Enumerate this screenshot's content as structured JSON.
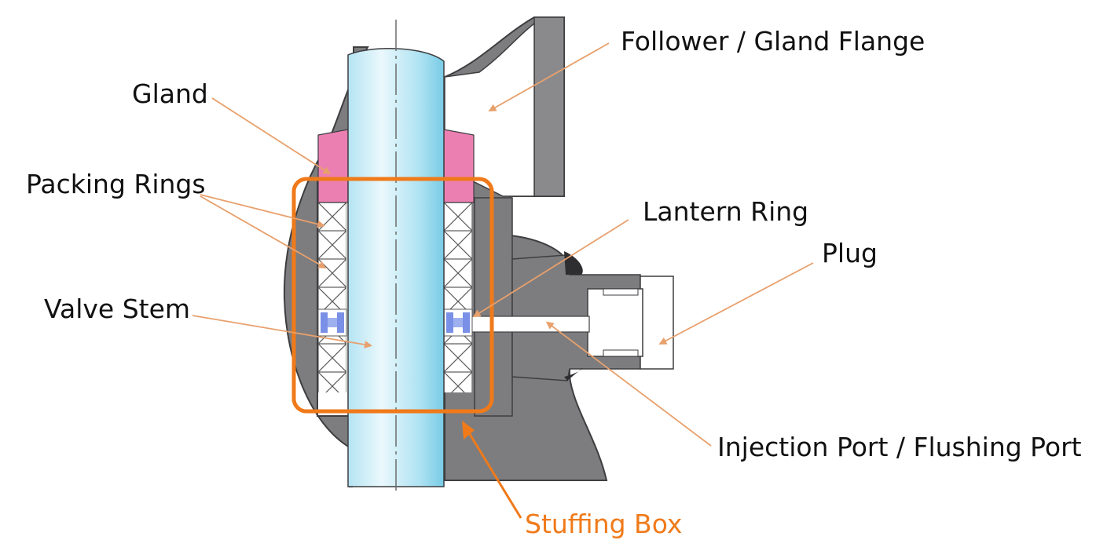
{
  "labels": {
    "gland": "Gland",
    "packing_rings": "Packing Rings",
    "valve_stem": "Valve Stem",
    "follower": "Follower / Gland Flange",
    "lantern_ring": "Lantern Ring",
    "plug": "Plug",
    "injection_port": "Injection Port / Flushing Port",
    "stuffing_box": "Stuffing Box"
  },
  "colors": {
    "body_gray": "#7d7d7f",
    "body_dark": "#5c5c5e",
    "stem_light": "#e3f5fb",
    "stem_mid": "#a3ddef",
    "gland_pink": "#ec7fb2",
    "lantern_blue": "#7a8fe6",
    "leader_line": "#e8a06c",
    "stuffing_box": "#f07a1a",
    "text": "#111111"
  }
}
